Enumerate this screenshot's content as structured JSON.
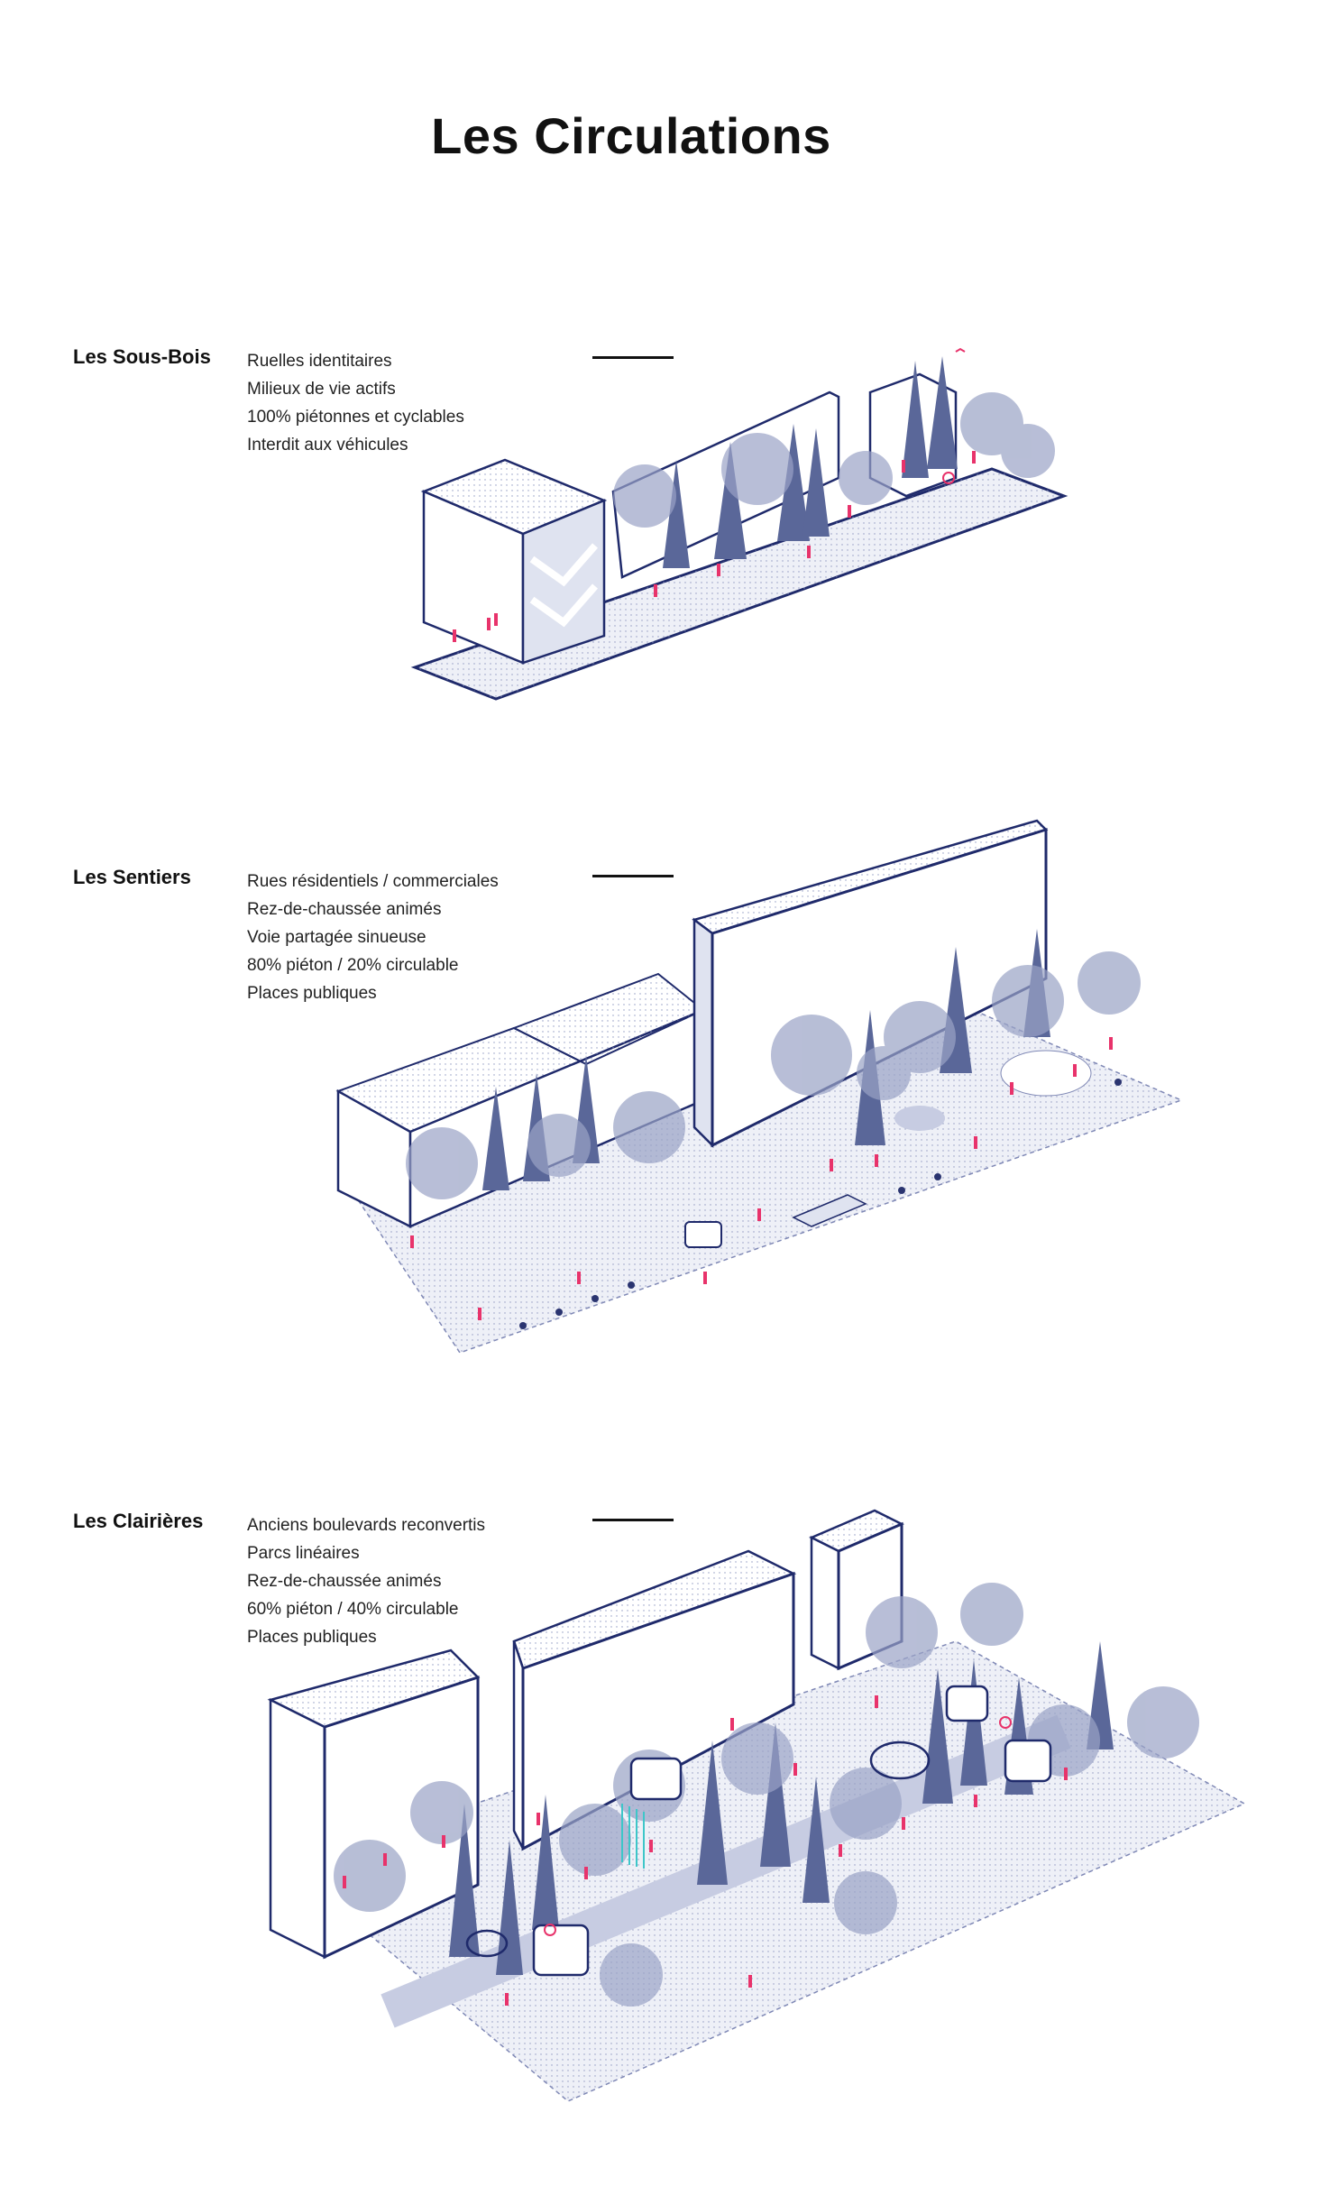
{
  "title": "Les Circulations",
  "colors": {
    "building_stroke": "#1f2a6b",
    "tree": "#5a6799",
    "tree_light": "#9aa3c6",
    "ground": "#e4e7f2",
    "people": "#e8336b",
    "furniture": "#2a3470",
    "accent_cyan": "#3ec6c9"
  },
  "sections": [
    {
      "name": "Les Sous-Bois",
      "items": [
        "Ruelles identitaires",
        "Milieux de vie actifs",
        "100% piétonnes et cyclables",
        "Interdit aux véhicules"
      ],
      "illustration": "axonometric-alley-illustration"
    },
    {
      "name": "Les Sentiers",
      "items": [
        "Rues résidentiels / commerciales",
        "Rez-de-chaussée animés",
        "Voie partagée sinueuse",
        "80% piéton / 20% circulable",
        "Places publiques"
      ],
      "illustration": "axonometric-street-illustration"
    },
    {
      "name": "Les Clairières",
      "items": [
        "Anciens boulevards reconvertis",
        "Parcs linéaires",
        "Rez-de-chaussée animés",
        "60% piéton / 40% circulable",
        "Places publiques"
      ],
      "illustration": "axonometric-boulevard-illustration"
    }
  ]
}
